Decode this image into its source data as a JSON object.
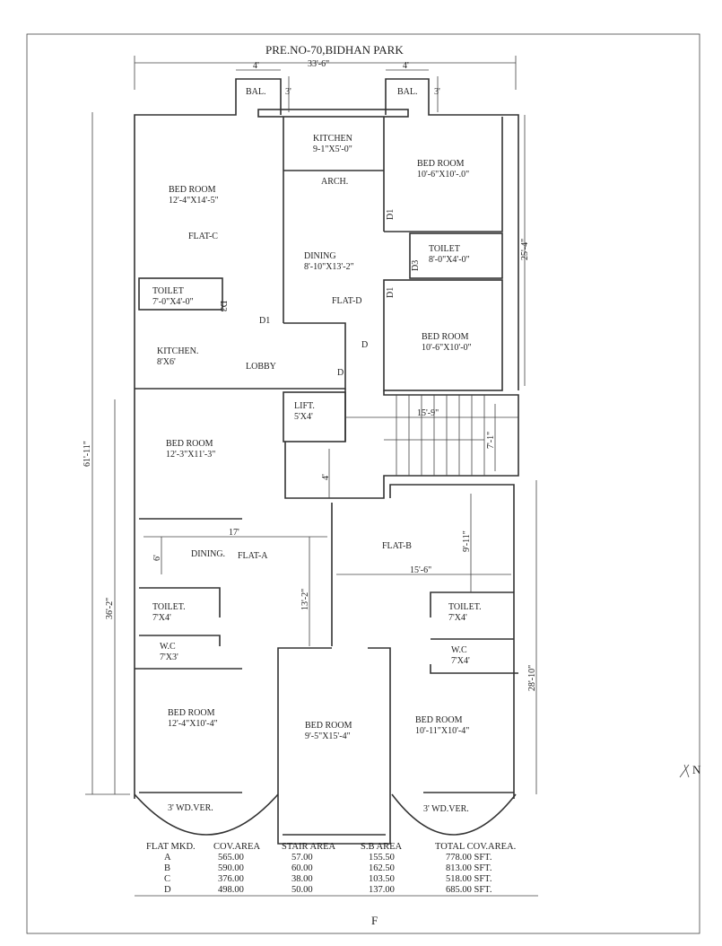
{
  "title": "PRE.NO-70,BIDHAN PARK",
  "dimensions": {
    "overall_width": "33'-6\"",
    "bal_left": "4'",
    "bal_right": "4'",
    "bal_depth_left": "3'",
    "bal_depth_right": "3'",
    "overall_length": "61'-11\"",
    "front_length": "36'-2\"",
    "right_upper": "25'-4\"",
    "right_lower": "28'-10\"",
    "stair_len": "15'-9\"",
    "stair_w": "7'-1\"",
    "passage": "4'",
    "flat_a_w": "17'",
    "flat_a_6": "6'",
    "flat_a_13": "13'-2\"",
    "flat_b_w": "15'-6\"",
    "flat_b_h": "9'-11\""
  },
  "rooms": {
    "bal_c": "BAL.",
    "bal_d": "BAL.",
    "c_bed": [
      "BED ROOM",
      "12'-4\"X14'-5\""
    ],
    "c_flat": "FLAT-C",
    "c_toilet": [
      "TOILET",
      "7'-0\"X4'-0\""
    ],
    "c_kitchen": [
      "KITCHEN.",
      "8'X6'"
    ],
    "lobby": "LOBBY",
    "d_kitchen": [
      "KITCHEN",
      "9-1\"X5'-0\""
    ],
    "arch": "ARCH.",
    "d_bed1": [
      "BED ROOM",
      "10'-6\"X10'-.0\""
    ],
    "d_dining": [
      "DINING",
      "8'-10\"X13'-2\""
    ],
    "d_toilet": [
      "TOILET",
      "8'-0\"X4'-0\""
    ],
    "d_flat": "FLAT-D",
    "d_bed2": [
      "BED ROOM",
      "10'-6\"X10'-0\""
    ],
    "lift": [
      "LIFT.",
      "5'X4'"
    ],
    "a_bed1": [
      "BED ROOM",
      "12'-3\"X11'-3\""
    ],
    "a_dining": "DINING.",
    "a_flat": "FLAT-A",
    "a_toilet": [
      "TOILET.",
      "7'X4'"
    ],
    "a_wc": [
      "W.C",
      "7'X3'"
    ],
    "a_bed2": [
      "BED ROOM",
      "12'-4\"X10'-4\""
    ],
    "a_ver": "3' WD.VER.",
    "mid_bed": [
      "BED ROOM",
      "9'-5\"X15'-4\""
    ],
    "b_flat": "FLAT-B",
    "b_toilet": [
      "TOILET.",
      "7'X4'"
    ],
    "b_wc": [
      "W.C",
      "7'X4'"
    ],
    "b_bed": [
      "BED ROOM",
      "10'-11\"X10'-4\""
    ],
    "b_ver": "3' WD.VER."
  },
  "doors": {
    "d1": "D1",
    "d3": "D3",
    "d": "D"
  },
  "table": {
    "headers": [
      "FLAT MKD.",
      "COV.AREA",
      "STAIR AREA",
      "S.B AREA",
      "TOTAL COV.AREA."
    ],
    "rows": [
      [
        "A",
        "565.00",
        "57.00",
        "155.50",
        "778.00 SFT."
      ],
      [
        "B",
        "590.00",
        "60.00",
        "162.50",
        "813.00 SFT."
      ],
      [
        "C",
        "376.00",
        "38.00",
        "103.50",
        "518.00 SFT."
      ],
      [
        "D",
        "498.00",
        "50.00",
        "137.00",
        "685.00 SFT."
      ]
    ]
  },
  "annotations": {
    "north": "N",
    "bottom": "F"
  }
}
